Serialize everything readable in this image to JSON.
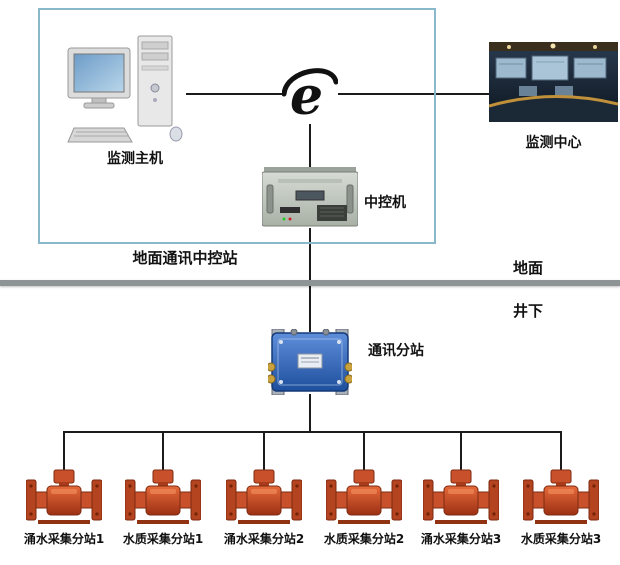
{
  "diagram": {
    "ground_station_label": "地面通讯中控站",
    "surface_label": "地面",
    "underground_label": "井下",
    "nodes": {
      "monitor_host": "监测主机",
      "monitor_center": "监测中心",
      "central_control": "中控机",
      "comm_substation": "通讯分站"
    },
    "devices": [
      "涌水采集分站1",
      "水质采集分站1",
      "涌水采集分站2",
      "水质采集分站2",
      "涌水采集分站3",
      "水质采集分站3"
    ],
    "colors": {
      "ground_box_border": "#8ab8cb",
      "divider_gray": "#8e9396",
      "connector_line": "#1b1b1b",
      "device_orange": "#c8512b",
      "substation_blue": "#2e62b8",
      "internet_icon_black": "#111111"
    }
  }
}
